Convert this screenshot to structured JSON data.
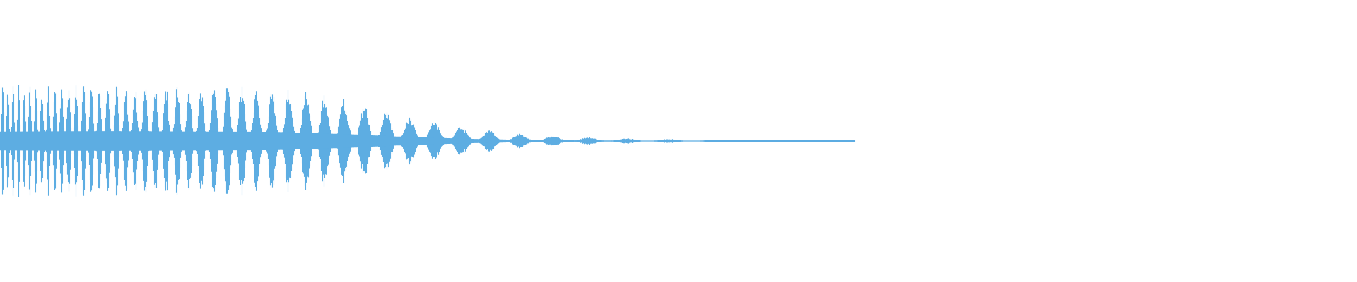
{
  "waveform": {
    "color": "#5DADE2",
    "background": "#FFFFFF",
    "envelope_points": [
      {
        "t": 0.0,
        "amp": 0.82
      },
      {
        "t": 0.08,
        "amp": 0.86
      },
      {
        "t": 0.15,
        "amp": 0.82
      },
      {
        "t": 0.2,
        "amp": 0.8
      },
      {
        "t": 0.23,
        "amp": 0.7
      },
      {
        "t": 0.26,
        "amp": 0.58
      },
      {
        "t": 0.29,
        "amp": 0.4
      },
      {
        "t": 0.32,
        "amp": 0.28
      },
      {
        "t": 0.35,
        "amp": 0.18
      },
      {
        "t": 0.38,
        "amp": 0.11
      },
      {
        "t": 0.42,
        "amp": 0.06
      },
      {
        "t": 0.47,
        "amp": 0.035
      },
      {
        "t": 0.54,
        "amp": 0.018
      },
      {
        "t": 0.6,
        "amp": 0.012
      },
      {
        "t": 0.63,
        "amp": 0.0
      }
    ],
    "active_fraction": 0.63
  }
}
